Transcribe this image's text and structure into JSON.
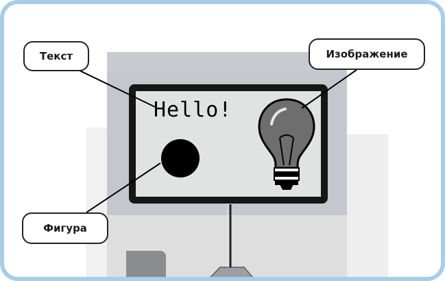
{
  "screen": {
    "text": "Hello!"
  },
  "callouts": {
    "text_label": "Текст",
    "image_label": "Изображение",
    "figure_label": "Фигура"
  },
  "icons": {
    "screen_image": "lightbulb-icon",
    "screen_shape": "filled-circle"
  },
  "colors": {
    "frame_border": "#a7cde9",
    "screen_bezel": "#161616",
    "lcd_background": "#e1e3e3",
    "brick_gray": "#c4c8ce"
  }
}
